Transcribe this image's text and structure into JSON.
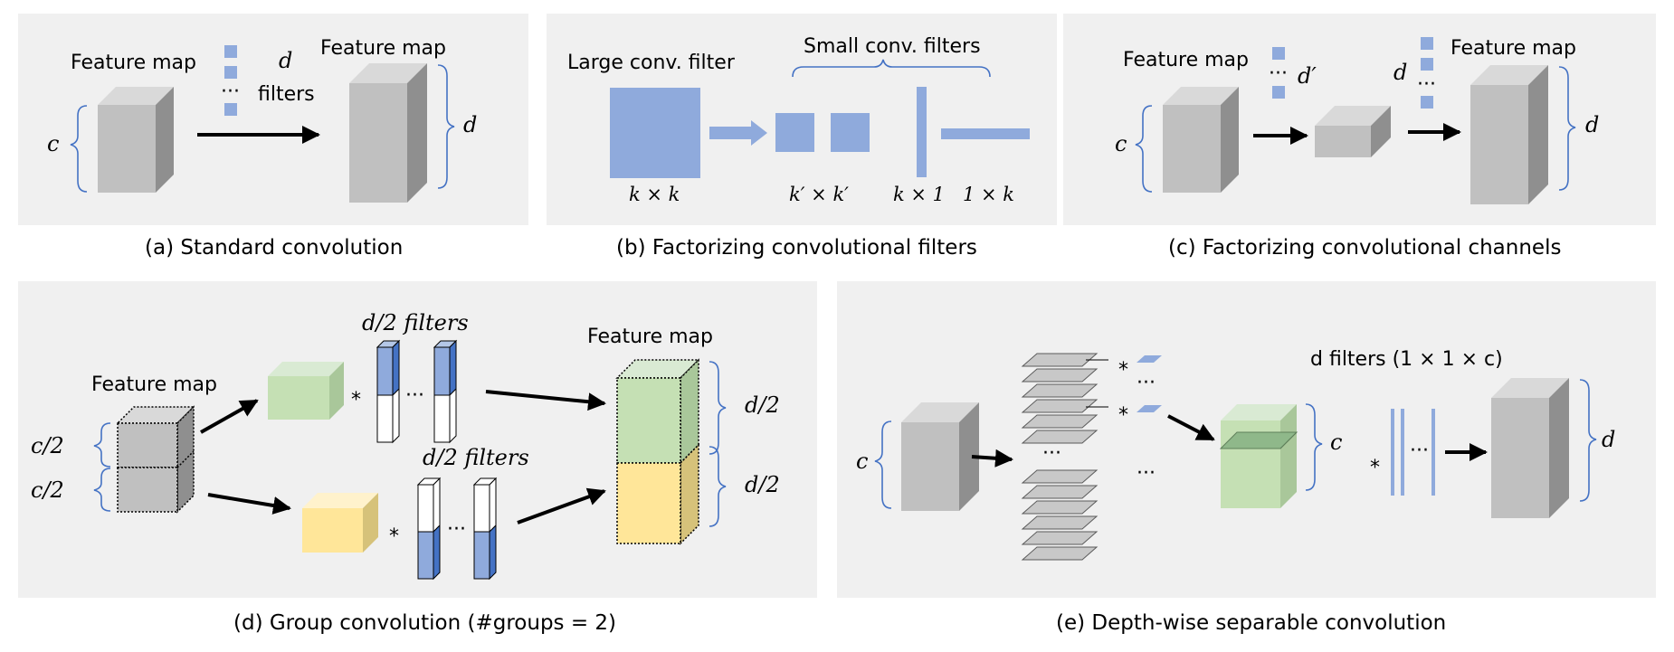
{
  "panels": {
    "a": {
      "caption": "(a) Standard convolution",
      "input_label": "Feature map",
      "output_label": "Feature map",
      "channels_in": "c",
      "channels_out": "d",
      "filter_count": "d",
      "filters_word": "filters",
      "ellipsis": "···"
    },
    "b": {
      "caption": "(b) Factorizing convolutional filters",
      "large_label": "Large conv. filter",
      "small_label": "Small conv. filters",
      "large_size": "k × k",
      "small_size": "k′ × k′",
      "vert_size": "k × 1",
      "horiz_size": "1 × k"
    },
    "c": {
      "caption": "(c) Factorizing convolutional channels",
      "input_label": "Feature map",
      "output_label": "Feature map",
      "channels_in": "c",
      "mid_filters": "d′",
      "out_filters": "d",
      "channels_out": "d",
      "ellipsis": "···"
    },
    "d": {
      "caption": "(d) Group convolution (#groups = 2)",
      "input_label": "Feature map",
      "output_label": "Feature map",
      "group_in_top": "c/2",
      "group_in_bottom": "c/2",
      "filters_top": "d/2  filters",
      "filters_bottom": "d/2  filters",
      "group_out_top": "d/2",
      "group_out_bottom": "d/2",
      "star": "*",
      "ellipsis": "···"
    },
    "e": {
      "caption": "(e) Depth-wise separable convolution",
      "channels_in": "c",
      "mid_channels": "c",
      "pointwise_label": "d filters (1 × 1 × c)",
      "channels_out": "d",
      "star": "*",
      "ellipsis": "···"
    }
  },
  "colors": {
    "panel_bg": "#f0f0f0",
    "gray_front": "#c0c0c0",
    "gray_top": "#d9d9d9",
    "gray_side": "#8f8f8f",
    "filter_blue": "#8faadc",
    "group_green": "#c5e0b4",
    "group_yellow": "#ffe699",
    "brace_blue": "#4472c4"
  }
}
